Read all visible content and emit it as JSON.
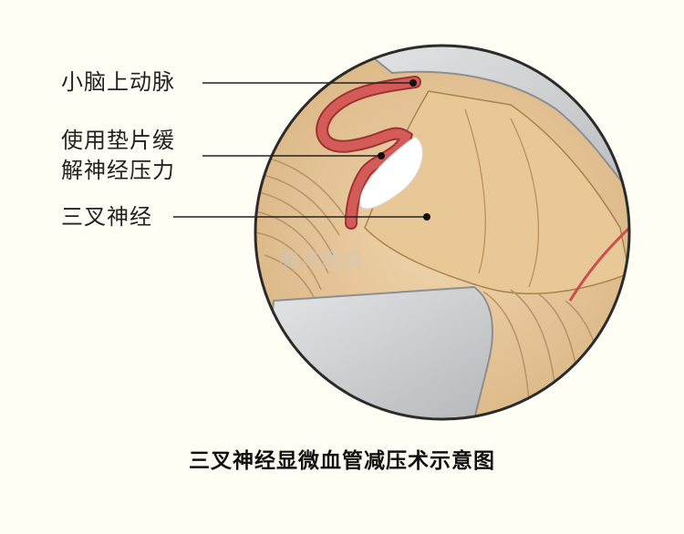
{
  "labels": {
    "artery": "小脑上动脉",
    "pad_line1": "使用垫片缓",
    "pad_line2": "解神经压力",
    "nerve": "三叉神经"
  },
  "caption": "三叉神经显微血管减压术示意图",
  "watermark": "腾讯医典",
  "colors": {
    "background": "#fffef4",
    "tissue": "#e6c79a",
    "artery": "#c9504f",
    "pad": "#ffffff",
    "bone": "#cfd0d2",
    "leader_line": "#222222"
  }
}
